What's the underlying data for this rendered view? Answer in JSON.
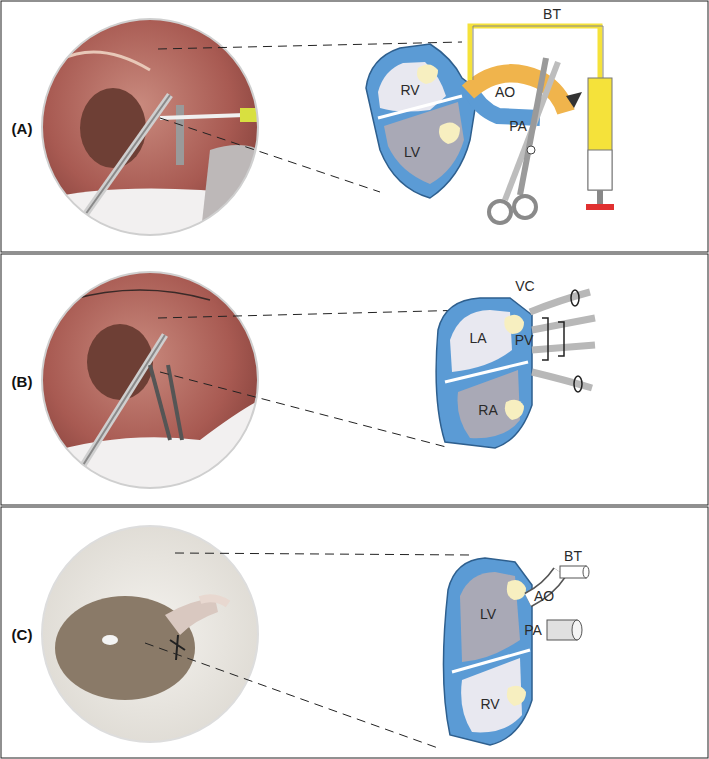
{
  "diagram": {
    "labels": [
      "(A)",
      "BT",
      "RV",
      "AO",
      "PA",
      "LV",
      "(B)",
      "VC",
      "LA",
      "PV",
      "RA",
      "(C)",
      "BT",
      "LV",
      "AO",
      "PA",
      "RV"
    ]
  }
}
